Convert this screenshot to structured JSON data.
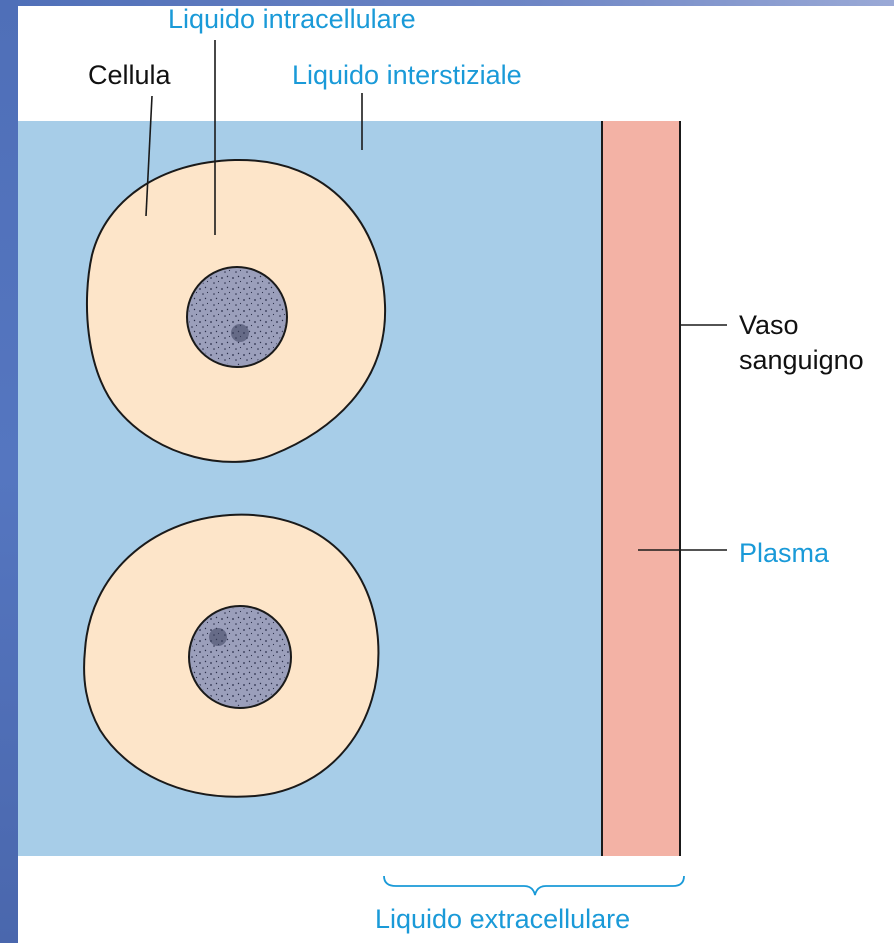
{
  "labels": {
    "intracellular": "Liquido intracellulare",
    "cell": "Cellula",
    "interstitial": "Liquido interstiziale",
    "vessel_line1": "Vaso",
    "vessel_line2": "sanguigno",
    "plasma": "Plasma",
    "extracellular": "Liquido extracellulare"
  },
  "colors": {
    "interstitial_fluid": "#a7cde8",
    "plasma": "#f3b2a5",
    "cytoplasm": "#fde5c9",
    "nucleus": "#9b9fbb",
    "label_blue": "#1a9ad8",
    "label_black": "#111111"
  }
}
